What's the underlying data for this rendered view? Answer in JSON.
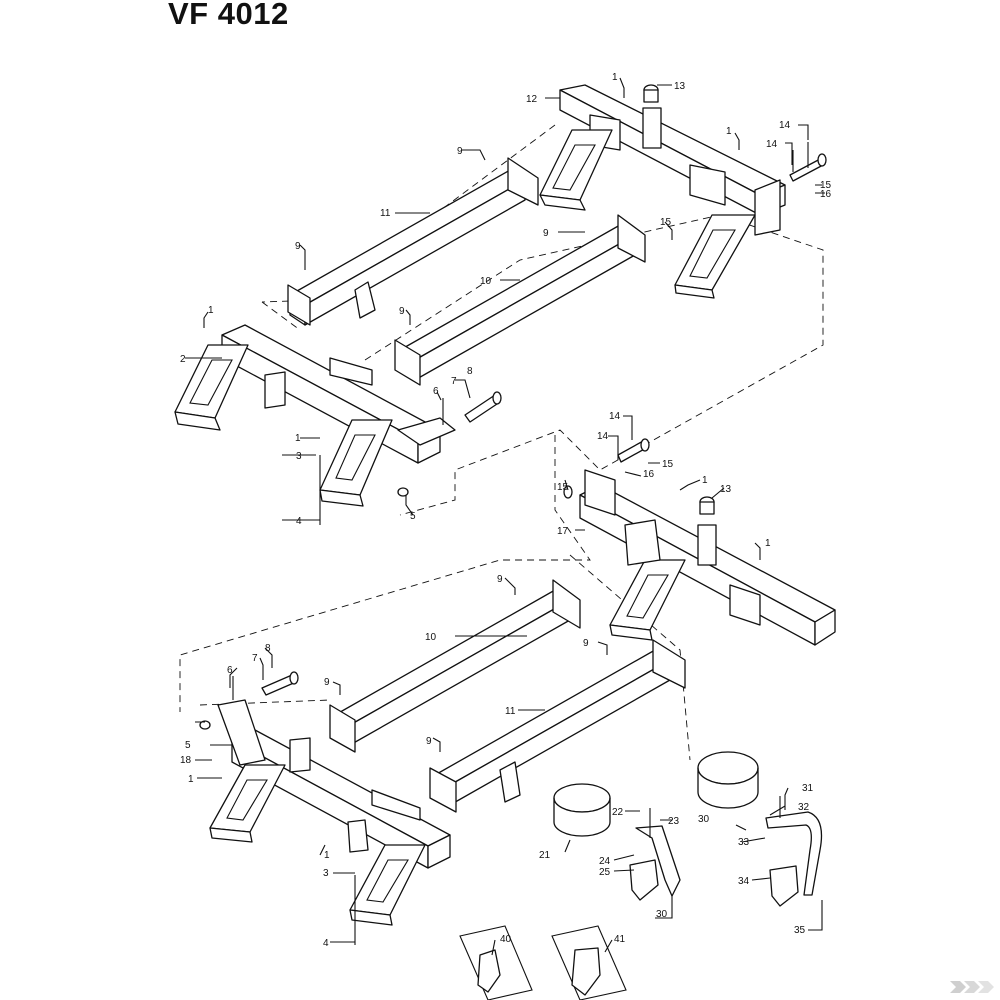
{
  "title": "VF 4012",
  "callouts": [
    "1",
    "2",
    "3",
    "4",
    "5",
    "6",
    "7",
    "8",
    "9",
    "10",
    "11",
    "12",
    "13",
    "14",
    "15",
    "16",
    "17",
    "18",
    "20",
    "21",
    "22",
    "23",
    "24",
    "25",
    "30",
    "31",
    "32",
    "33",
    "34",
    "35",
    "40",
    "41"
  ],
  "watermark_icon": "kramp-logo-icon"
}
